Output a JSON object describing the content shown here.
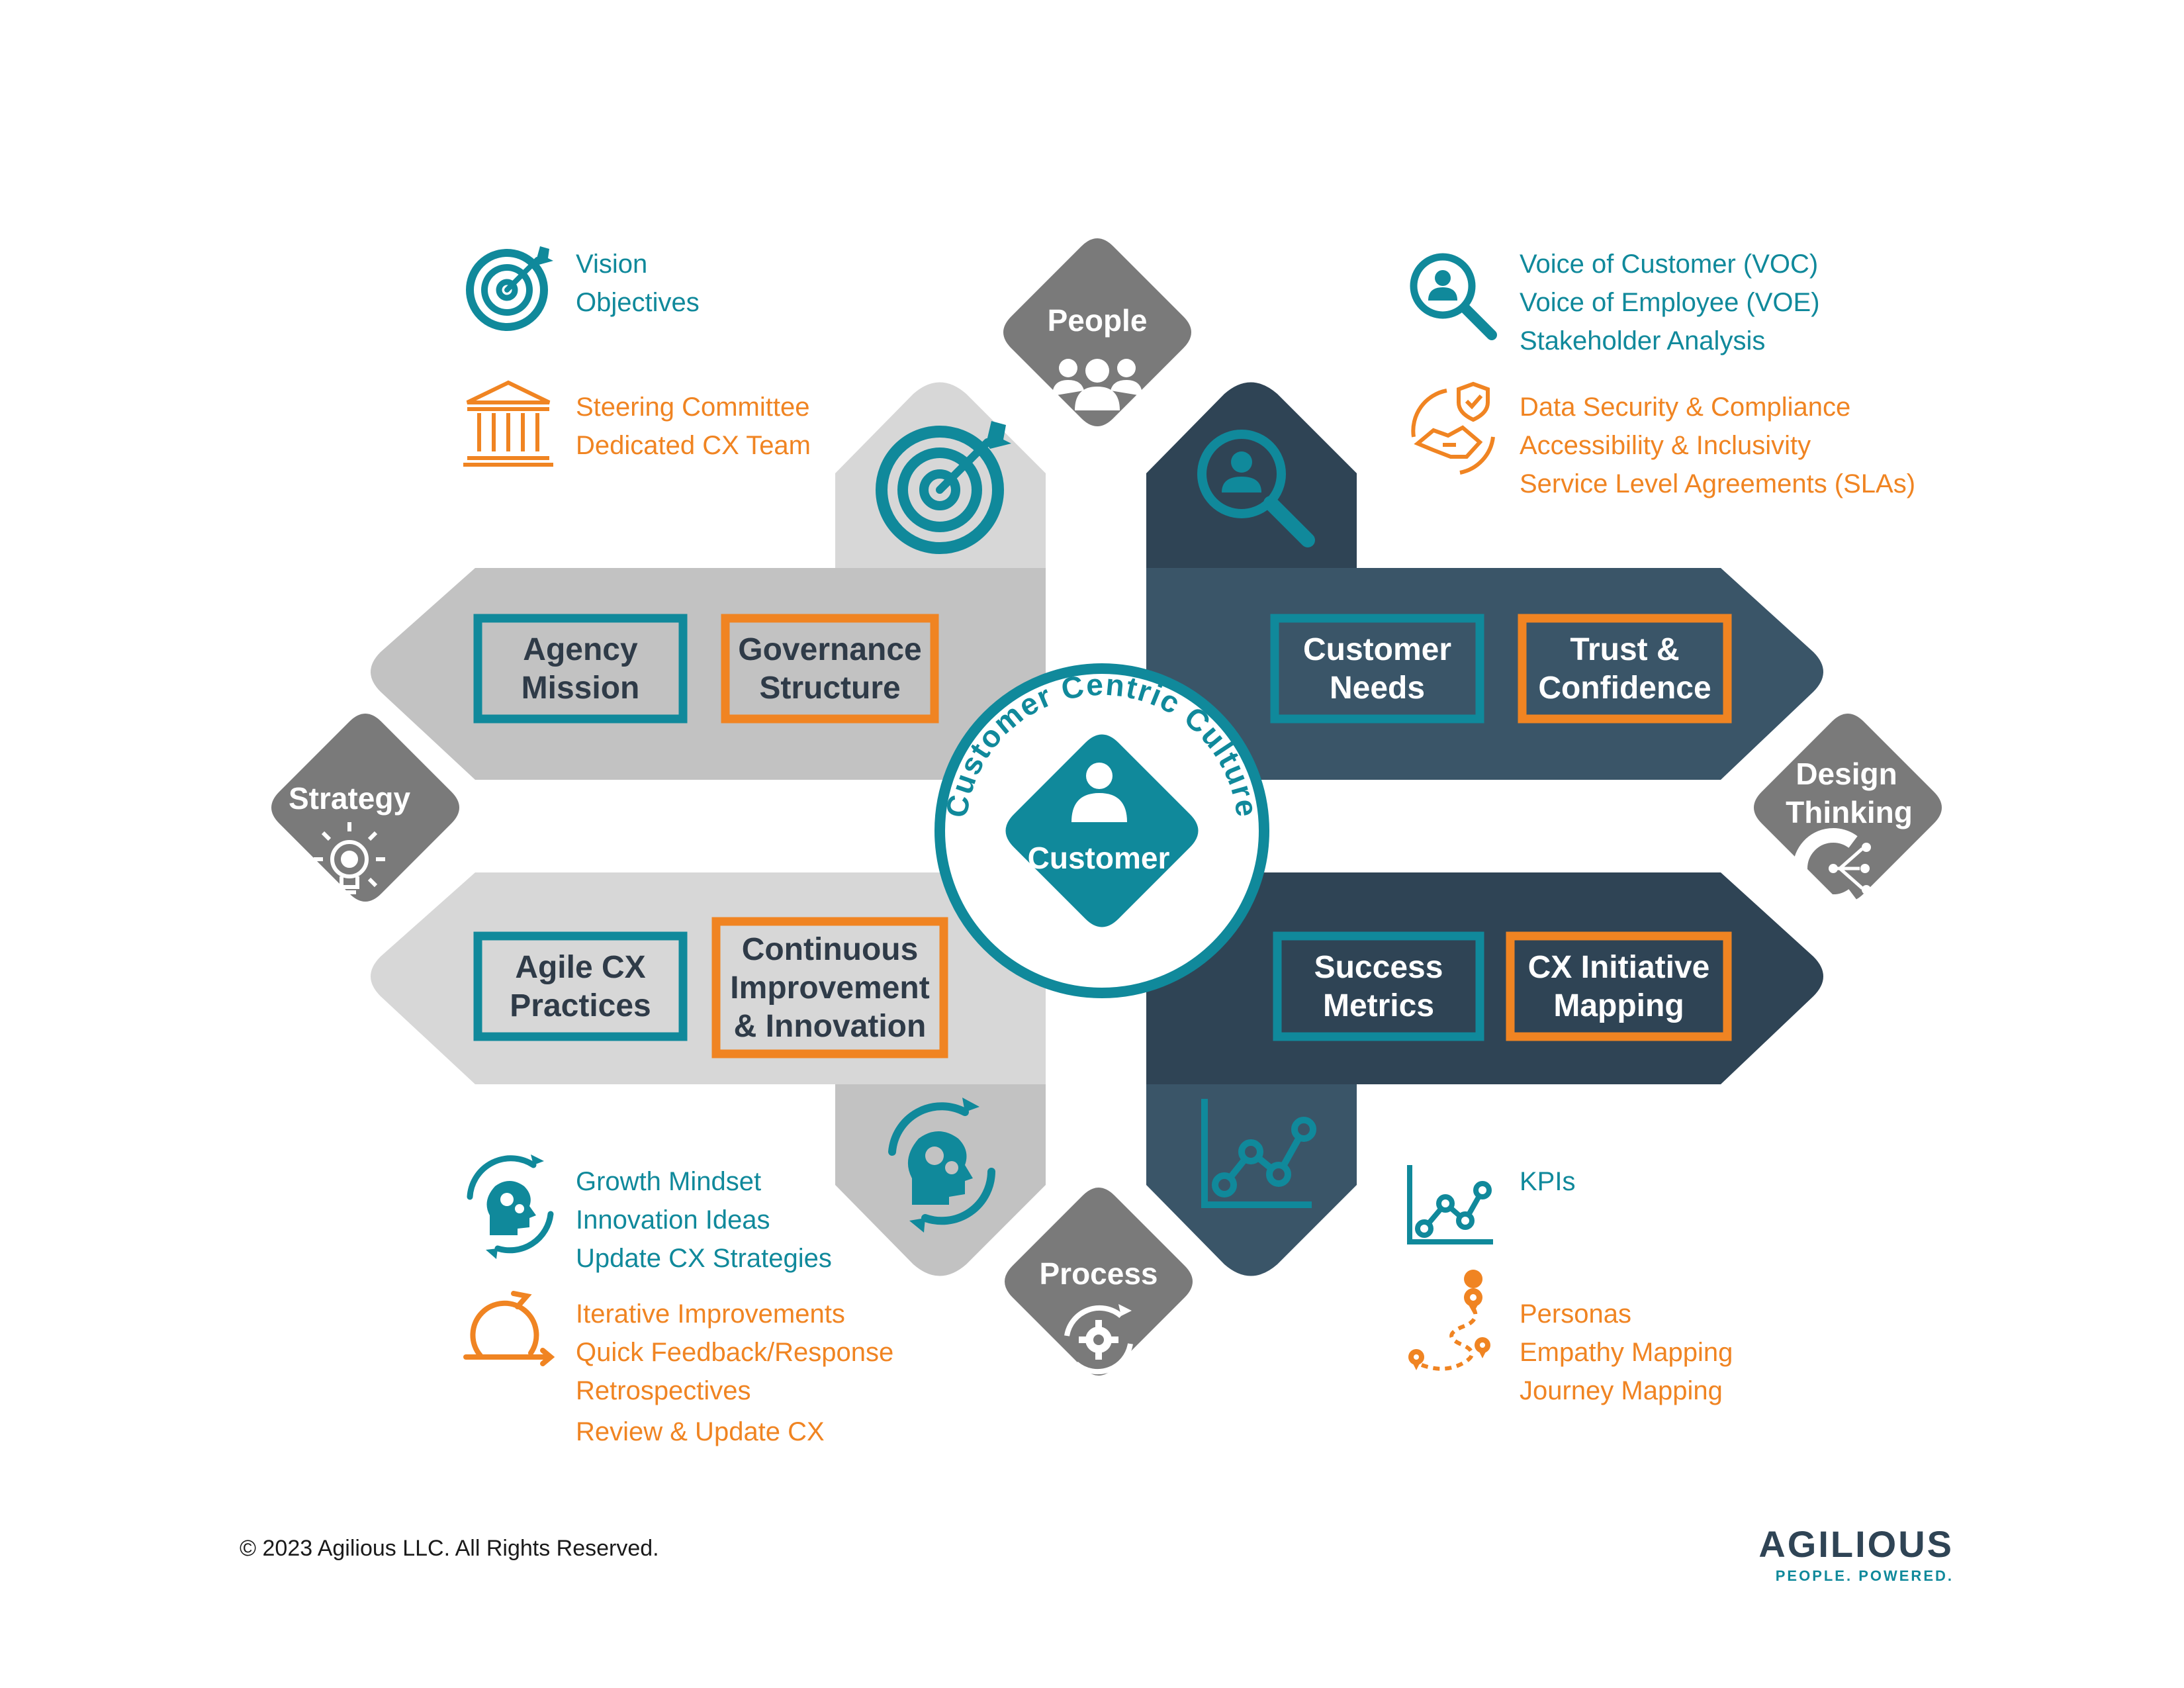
{
  "colors": {
    "teal": "#10899b",
    "orange": "#f08422",
    "dark_navy": "#2f4455",
    "navy": "#3a5568",
    "gray_diamond": "#7a7a7a",
    "light_gray": "#c1c1c1",
    "lighter_gray": "#d6d6d6",
    "box_text": "#2f3b48"
  },
  "diamonds": {
    "people": "People",
    "strategy": "Strategy",
    "process": "Process",
    "design_thinking_line1": "Design",
    "design_thinking_line2": "Thinking"
  },
  "boxes": {
    "agency_mission": [
      "Agency",
      "Mission"
    ],
    "governance_structure": [
      "Governance",
      "Structure"
    ],
    "customer_needs": [
      "Customer",
      "Needs"
    ],
    "trust_confidence": [
      "Trust &",
      "Confidence"
    ],
    "agile_cx": [
      "Agile CX",
      "Practices"
    ],
    "continuous_improvement": [
      "Continuous",
      "Improvement",
      "& Innovation"
    ],
    "success_metrics": [
      "Success",
      "Metrics"
    ],
    "cx_initiative": [
      "CX Initiative",
      "Mapping"
    ]
  },
  "center": {
    "arc_text": "Customer Centric Culture",
    "label": "Customer"
  },
  "lists": {
    "top_left_teal": [
      "Vision",
      "Objectives"
    ],
    "top_left_orange": [
      "Steering Committee",
      "Dedicated CX Team"
    ],
    "top_right_teal": [
      "Voice of Customer (VOC)",
      "Voice of Employee (VOE)",
      "Stakeholder Analysis"
    ],
    "top_right_orange": [
      "Data Security & Compliance",
      "Accessibility & Inclusivity",
      "Service Level Agreements (SLAs)"
    ],
    "bottom_left_teal": [
      "Growth Mindset",
      "Innovation Ideas",
      "Update CX Strategies"
    ],
    "bottom_left_orange": [
      "Iterative Improvements",
      "Quick Feedback/Response",
      "Retrospectives",
      "Review & Update CX"
    ],
    "bottom_right_teal": [
      "KPIs"
    ],
    "bottom_right_orange": [
      "Personas",
      "Empathy Mapping",
      "Journey Mapping"
    ]
  },
  "footer": {
    "copyright": "© 2023 Agilious LLC. All Rights Reserved.",
    "logo_text": "AGILIOUS",
    "logo_tagline": "PEOPLE. POWERED."
  },
  "icons": {
    "people": "people-group-icon",
    "strategy": "lightbulb-gear-icon",
    "process": "gear-cycle-icon",
    "design_thinking": "gear-network-icon",
    "target": "target-icon",
    "search_person": "search-person-icon",
    "head_gears": "head-gears-icon",
    "chart": "line-chart-icon",
    "institution": "institution-icon",
    "handshake": "handshake-shield-icon",
    "iteration": "iteration-cycle-icon",
    "journey": "journey-map-icon",
    "customer": "person-icon"
  }
}
